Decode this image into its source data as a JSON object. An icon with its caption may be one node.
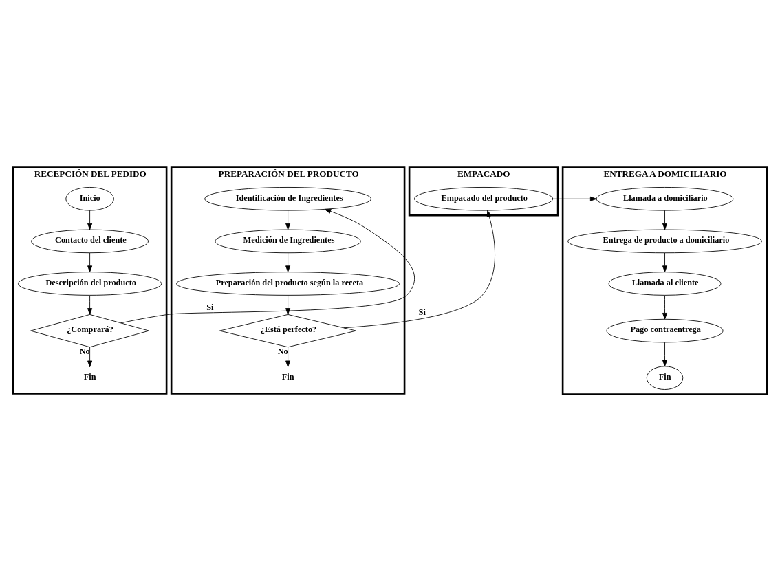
{
  "diagram": {
    "nodes": [
      {
        "text": [
          "RECEPCIÓN DEL PEDIDO"
        ]
      },
      {
        "text": [
          "Inicio"
        ],
        "in": 0
      },
      {
        "text": [
          "Contacto del cliente"
        ],
        "in": 0
      },
      {
        "text": [
          "Descripción del producto"
        ],
        "in": 0
      },
      {
        "text": [
          "¿Comprará?"
        ],
        "in": 0
      },
      {
        "text": [
          "Fin"
        ],
        "in": 0
      },
      {
        "text": [
          "PREPARACIÓN DEL PRODUCTO"
        ]
      },
      {
        "text": [
          "Identificación de Ingredientes"
        ],
        "in": 6
      },
      {
        "text": [
          "Medición de Ingredientes"
        ],
        "in": 6
      },
      {
        "text": [
          "Preparación del producto según la receta"
        ],
        "in": 6
      },
      {
        "text": [
          "¿Está perfecto?"
        ],
        "in": 6
      },
      {
        "text": [
          "Fin"
        ],
        "in": 6
      },
      {
        "text": [
          "EMPACADO"
        ]
      },
      {
        "text": [
          "Empacado del producto"
        ],
        "in": 12
      },
      {
        "text": [
          "ENTREGA A DOMICILIARIO"
        ]
      },
      {
        "text": [
          "Llamada a domiciliario"
        ],
        "in": 14
      },
      {
        "text": [
          "Entrega de producto a domiciliario"
        ],
        "in": 14
      },
      {
        "text": [
          "Llamada al cliente"
        ],
        "in": 14
      },
      {
        "text": [
          "Pago contraentrega"
        ],
        "in": 14
      },
      {
        "text": [
          "Fin"
        ],
        "in": 14
      }
    ],
    "edges": [
      {
        "from": 1,
        "to": 2,
        "arrow": "to"
      },
      {
        "from": 2,
        "to": 3,
        "arrow": "to"
      },
      {
        "from": 3,
        "to": 4,
        "arrow": "to"
      },
      {
        "from": 4,
        "to": 5,
        "arrow": "to",
        "label": "No"
      },
      {
        "from": 4,
        "to": 7,
        "arrow": "to",
        "label": "Si"
      },
      {
        "from": 7,
        "to": 8,
        "arrow": "to"
      },
      {
        "from": 8,
        "to": 9,
        "arrow": "to"
      },
      {
        "from": 9,
        "to": 10,
        "arrow": "to"
      },
      {
        "from": 10,
        "to": 11,
        "arrow": "to",
        "label": "No"
      },
      {
        "from": 10,
        "to": 13,
        "arrow": "to",
        "label": "Si"
      },
      {
        "from": 13,
        "to": 15,
        "arrow": "to"
      },
      {
        "from": 15,
        "to": 16,
        "arrow": "to"
      },
      {
        "from": 16,
        "to": 17,
        "arrow": "to"
      },
      {
        "from": 17,
        "to": 18,
        "arrow": "to"
      },
      {
        "from": 18,
        "to": 19,
        "arrow": "to"
      }
    ]
  }
}
